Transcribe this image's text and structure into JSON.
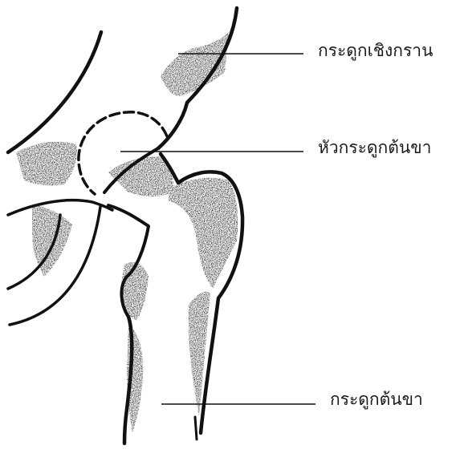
{
  "labels": {
    "pelvis": "กระดูกเชิงกราน",
    "femoral_head": "หัวกระดูกต้นขา",
    "femur": "กระดูกต้นขา"
  },
  "colors": {
    "ink": "#111111",
    "stipple": "#222222",
    "background": "#ffffff"
  }
}
